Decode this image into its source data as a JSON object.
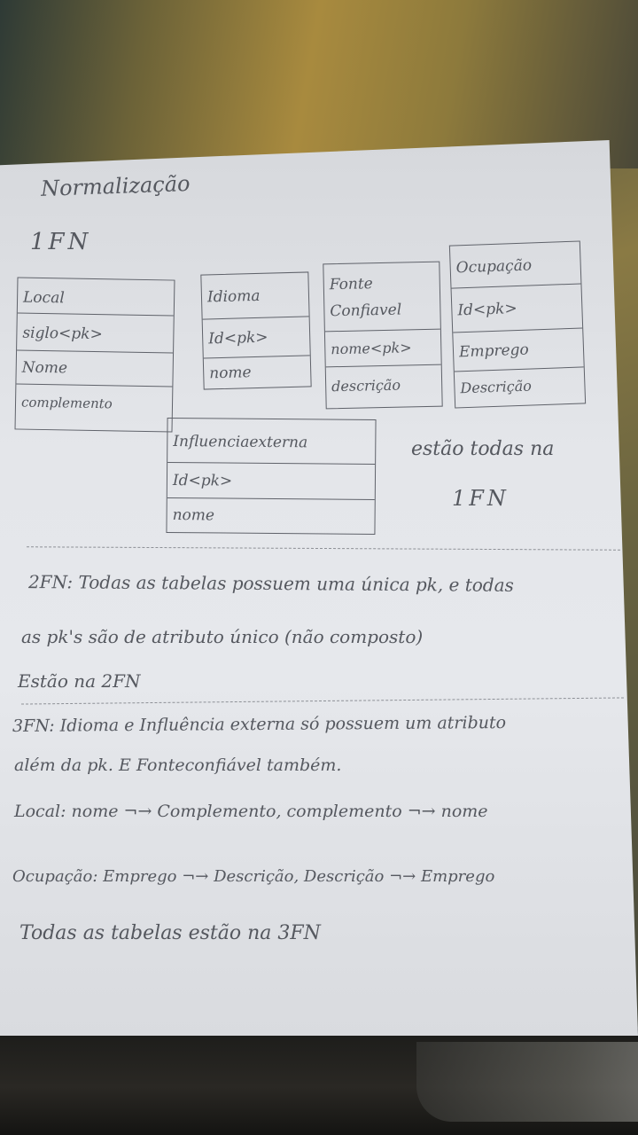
{
  "title": "Normalização",
  "fn1_label": "1FN",
  "tables": {
    "local": {
      "rows": [
        "Local",
        "siglo<pk>",
        "Nome",
        "complemento"
      ]
    },
    "idioma": {
      "rows": [
        "Idioma",
        "Id<pk>",
        "nome"
      ]
    },
    "fonte": {
      "rows": [
        "Fonte Confiavel",
        "nome<pk>",
        "descrição"
      ]
    },
    "ocupacao": {
      "rows": [
        "Ocupação",
        "Id<pk>",
        "Emprego",
        "Descrição"
      ]
    },
    "influencia": {
      "rows": [
        "Influenciaexterna",
        "Id<pk>",
        "nome"
      ]
    }
  },
  "fn1_note_line1": "estão todas na",
  "fn1_note_line2": "1FN",
  "fn2": {
    "line1": "2FN: Todas as tabelas possuem uma única pk, e todas",
    "line2": "as pk's são de atributo único (não composto)",
    "line3": "Estão na 2FN"
  },
  "fn3": {
    "line1": "3FN: Idioma e Influência externa só possuem um atributo",
    "line2": "além da pk. E Fonteconfiável também.",
    "line3": "Local: nome ¬→ Complemento, complemento ¬→ nome",
    "line4": "Ocupação: Emprego ¬→ Descrição, Descrição ¬→ Emprego",
    "line5": "Todas as tabelas estão na 3FN"
  }
}
